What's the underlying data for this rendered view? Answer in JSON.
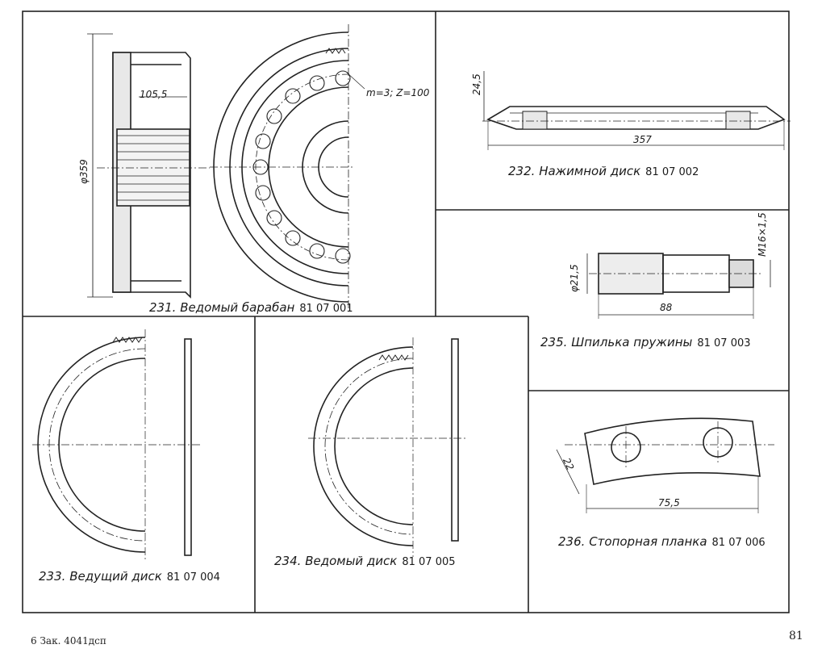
{
  "figures": [
    {
      "number": "231.",
      "title": "Ведомый барабан",
      "code": "81 07 001"
    },
    {
      "number": "232.",
      "title": "Нажимной диск",
      "code": "81 07 002"
    },
    {
      "number": "233.",
      "title": "Ведущий диск",
      "code": "81 07 004"
    },
    {
      "number": "234.",
      "title": "Ведомый диск",
      "code": "81 07 005"
    },
    {
      "number": "235.",
      "title": "Шпилька пружины",
      "code": "81 07 003"
    },
    {
      "number": "236.",
      "title": "Стопорная планка",
      "code": "81 07 006"
    }
  ],
  "dimensions": {
    "drum_diameter": "φ359",
    "drum_width": "105,5",
    "gear_spec": "m=3; Z=100",
    "press_disc_height": "24,5",
    "press_disc_diameter": "357",
    "stud_thread": "M16×1,5",
    "stud_diameter": "φ21,5",
    "stud_length": "88",
    "bar_width": "22",
    "bar_length": "75,5"
  },
  "footer": {
    "left": "6  Зак. 4041дсп",
    "page_number": "81"
  }
}
